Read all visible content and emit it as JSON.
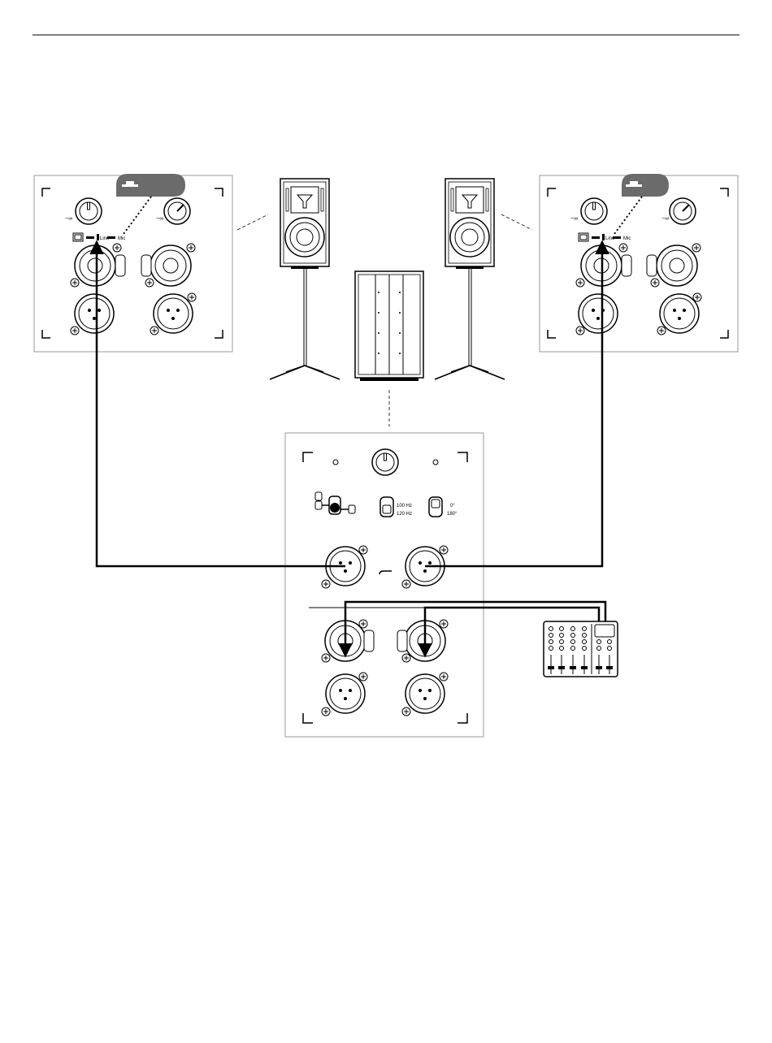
{
  "diagram": {
    "panel_left": {
      "knob_label_left": "−∞",
      "knob_label_right": "−∞",
      "selector": {
        "line_label": "Line",
        "mic_label": "Mic"
      }
    },
    "panel_right": {
      "knob_label_left": "−∞",
      "knob_label_right": "−∞",
      "selector": {
        "line_label": "Line",
        "mic_label": "Mic"
      }
    },
    "sub_panel": {
      "crossover_a": "100 Hz",
      "crossover_b": "120 Hz",
      "polarity_a": "0°",
      "polarity_b": "180°"
    },
    "colors": {
      "line": "#000000",
      "callout_fill": "#6b6b6b",
      "panel_border": "#999999"
    },
    "icons": [
      "xlr-combo-jack-icon",
      "xlr-jack-icon",
      "volume-knob-icon",
      "speaker-icon",
      "subwoofer-icon",
      "mixer-icon",
      "cable-arrow-icon"
    ]
  }
}
